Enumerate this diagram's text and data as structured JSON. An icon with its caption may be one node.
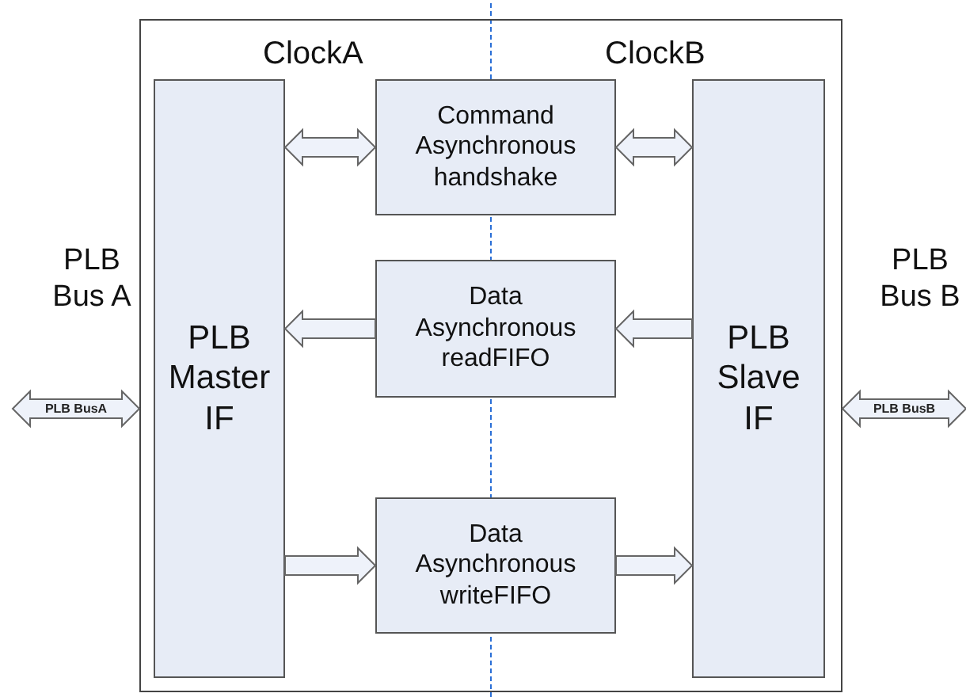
{
  "diagram": {
    "nodes": [
      {
        "text": [],
        "shape": "box"
      },
      {
        "text": [
          "PLB Master IF"
        ],
        "in": 0
      },
      {
        "text": [
          "Command Asynchronous handshake"
        ],
        "in": 0
      },
      {
        "text": [
          "Data Asynchronous readFIFO"
        ],
        "in": 0
      },
      {
        "text": [
          "Data Asynchronous writeFIFO"
        ],
        "in": 0
      },
      {
        "text": [
          "PLB Slave IF"
        ],
        "in": 0
      }
    ],
    "edges": [
      {
        "from": 1,
        "to": 2,
        "arrow": "both"
      },
      {
        "from": 2,
        "to": 5,
        "arrow": "both"
      },
      {
        "from": 5,
        "to": 3,
        "arrow": "to"
      },
      {
        "from": 3,
        "to": 1,
        "arrow": "to"
      },
      {
        "from": 1,
        "to": 4,
        "arrow": "to"
      },
      {
        "from": 4,
        "to": 5,
        "arrow": "to"
      },
      {
        "from": null,
        "to": 0,
        "arrow": "both",
        "label": "PLB BusA"
      },
      {
        "from": 0,
        "to": null,
        "arrow": "both",
        "label": "PLB BusB"
      }
    ],
    "labels": [
      "ClockA",
      "ClockB",
      "PLB Bus A",
      "PLB Bus B"
    ]
  }
}
